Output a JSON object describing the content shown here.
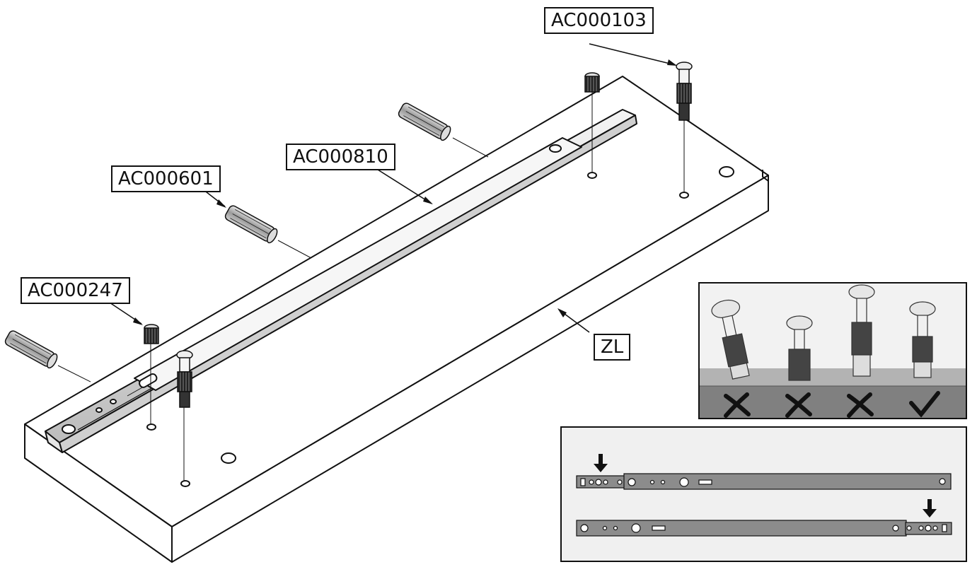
{
  "labels": {
    "screw_top": "AC000103",
    "rail": "AC000810",
    "dowel": "AC000601",
    "insert": "AC000247",
    "panel": "ZL"
  },
  "inset_check": {
    "marks": [
      "cross",
      "cross",
      "cross",
      "check"
    ]
  },
  "colors": {
    "line": "#111111",
    "panel_bg": "#f2f2f2",
    "ground": "#808080",
    "rail_fill": "#8c8c8c"
  }
}
